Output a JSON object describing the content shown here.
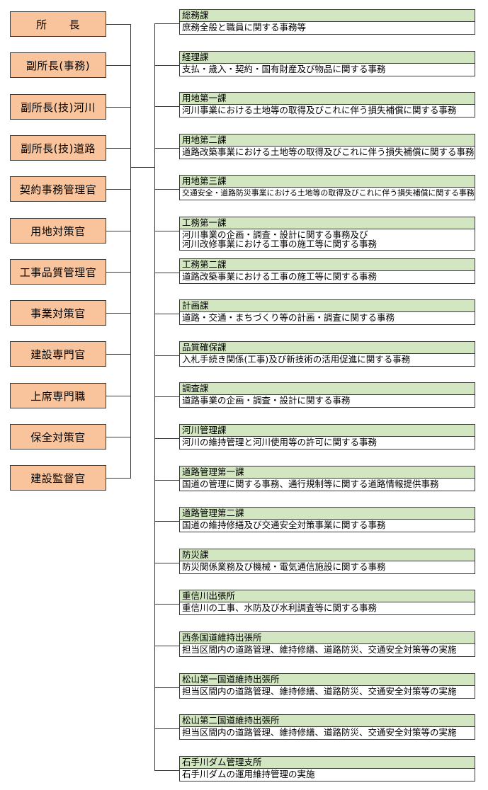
{
  "officers": [
    "所　　長",
    "副所長(事務)",
    "副所長(技)河川",
    "副所長(技)道路",
    "契約事務管理官",
    "用地対策官",
    "工事品質管理官",
    "事業対策官",
    "建設専門官",
    "上席専門職",
    "保全対策官",
    "建設監督官"
  ],
  "units": [
    {
      "name": "総務課",
      "duties": [
        "庶務全般と職員に関する事務等"
      ]
    },
    {
      "name": "経理課",
      "duties": [
        "支払・歳入・契約・国有財産及び物品に関する事務"
      ]
    },
    {
      "name": "用地第一課",
      "duties": [
        "河川事業における土地等の取得及びこれに伴う損失補償に関する事務"
      ]
    },
    {
      "name": "用地第二課",
      "duties": [
        "道路改築事業における土地等の取得及びこれに伴う損失補償に関する事務"
      ]
    },
    {
      "name": "用地第三課",
      "duties": [
        "交通安全・道路防災事業における土地等の取得及びこれに伴う損失補償に関する事務"
      ]
    },
    {
      "name": "工務第一課",
      "duties": [
        "河川事業の企画・調査・設計に関する事務及び",
        "河川改修事業における工事の施工等に関する事務"
      ]
    },
    {
      "name": "工務第二課",
      "duties": [
        "道路改築事業における工事の施工等に関する事務"
      ]
    },
    {
      "name": "計画課",
      "duties": [
        "道路・交通・まちづくり等の計画・調査に関する事務"
      ]
    },
    {
      "name": "品質確保課",
      "duties": [
        "入札手続き関係(工事)及び新技術の活用促進に関する事務"
      ]
    },
    {
      "name": "調査課",
      "duties": [
        "道路事業の企画・調査・設計に関する事務"
      ]
    },
    {
      "name": "河川管理課",
      "duties": [
        "河川の維持管理と河川使用等の許可に関する事務"
      ]
    },
    {
      "name": "道路管理第一課",
      "duties": [
        "国道の管理に関する事務、通行規制等に関する道路情報提供事務"
      ]
    },
    {
      "name": "道路管理第二課",
      "duties": [
        "国道の維持修繕及び交通安全対策事業に関する事務"
      ]
    },
    {
      "name": "防災課",
      "duties": [
        "防災関係業務及び機械・電気通信施設に関する事務"
      ]
    },
    {
      "name": "重信川出張所",
      "duties": [
        "重信川の工事、水防及び水利調査等に関する事務"
      ]
    },
    {
      "name": "西条国道維持出張所",
      "duties": [
        "担当区間内の道路管理、維持修繕、道路防災、交通安全対策等の実施"
      ]
    },
    {
      "name": "松山第一国道維持出張所",
      "duties": [
        "担当区間内の道路管理、維持修繕、道路防災、交通安全対策等の実施"
      ]
    },
    {
      "name": "松山第二国道維持出張所",
      "duties": [
        "担当区間内の道路管理、維持修繕、道路防災、交通安全対策等の実施"
      ]
    },
    {
      "name": "石手川ダム管理支所",
      "duties": [
        "石手川ダムの運用維持管理の実施"
      ]
    }
  ]
}
